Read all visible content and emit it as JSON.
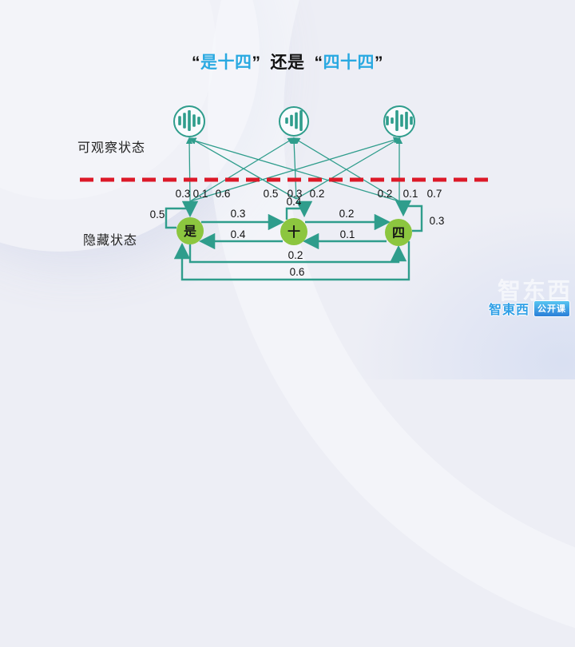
{
  "title": {
    "open_quote": "“",
    "close_quote": "”",
    "phrase1": "是十四",
    "conjunction": "还是",
    "phrase2": "四十四"
  },
  "sections": {
    "observable_label": "可观察状态",
    "hidden_label": "隐藏状态"
  },
  "observations": {
    "nodes": [
      {
        "icon": "waveform-icon",
        "bars": [
          0.45,
          0.75,
          1.0,
          0.6,
          0.38
        ]
      },
      {
        "icon": "waveform-icon",
        "bars": [
          0.3,
          0.55,
          0.8,
          1.0
        ]
      },
      {
        "icon": "waveform-icon",
        "bars": [
          0.45,
          0.3,
          1.0,
          0.6,
          0.85,
          0.4
        ]
      }
    ]
  },
  "hmm": {
    "hidden_states": [
      "是",
      "十",
      "四"
    ],
    "self_loops": {
      "shi": "0.5",
      "ten": "0.4",
      "si": "0.3"
    },
    "transitions": {
      "shi_to_ten": "0.3",
      "ten_to_shi": "0.4",
      "ten_to_si": "0.2",
      "si_to_ten": "0.1",
      "shi_to_si": "0.2",
      "si_to_shi": "0.6"
    },
    "emission_labels": [
      [
        "0.3",
        "0.1",
        "0.6"
      ],
      [
        "0.5",
        "0.3",
        "0.2"
      ],
      [
        "0.2",
        "0.1",
        "0.7"
      ]
    ]
  },
  "colors": {
    "line_teal": "#2f9d8c",
    "state_green": "#8cc63f",
    "title_blue": "#29a9e1",
    "divider_red": "#dc1928",
    "background": "#edeef5"
  },
  "watermark": {
    "ghost_text": "智东西",
    "logo_text": "智東西",
    "badge_text": "公开课"
  }
}
